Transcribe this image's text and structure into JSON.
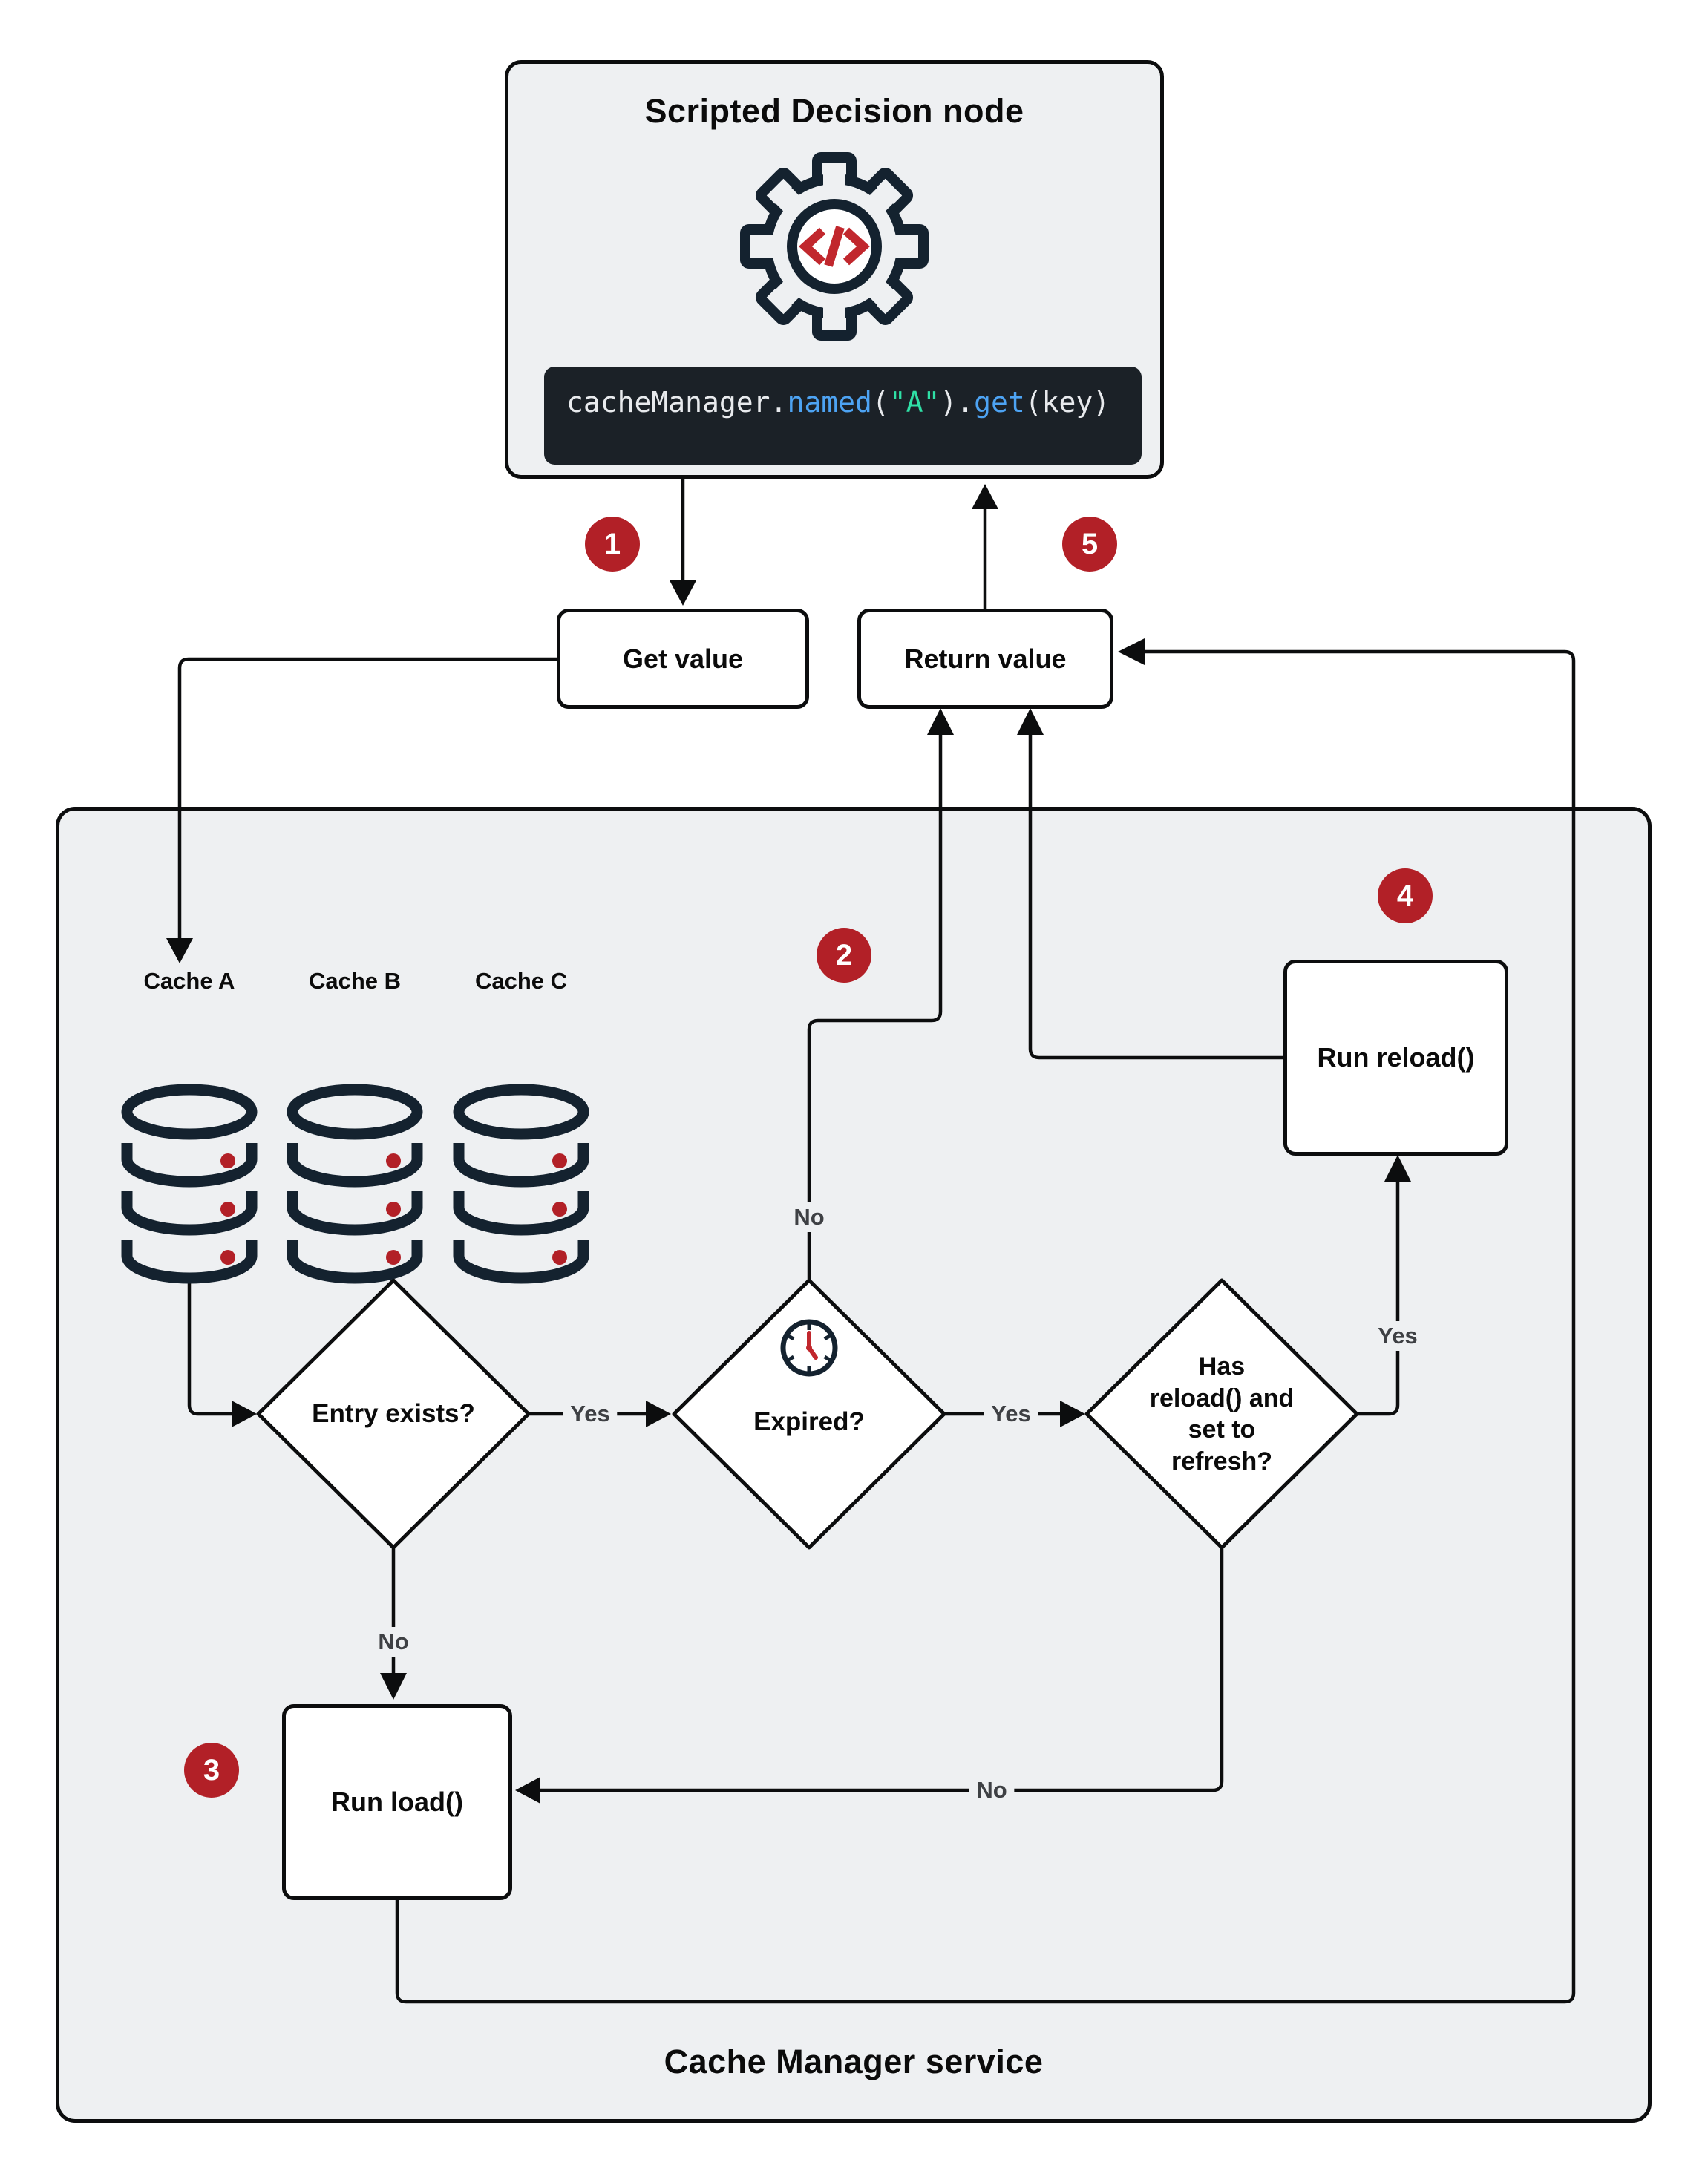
{
  "colors": {
    "page_bg": "#ffffff",
    "panel_bg": "#eef0f2",
    "line": "#0c0d0e",
    "navy": "#14222f",
    "red": "#b22027",
    "red_bright": "#c1272d",
    "code_bg": "#1b2127",
    "code_plain": "#e8eaed",
    "code_blue": "#4da3f3",
    "code_teal": "#2fe0a6",
    "label_gray": "#3e4044"
  },
  "scripted_node": {
    "title": "Scripted Decision node",
    "icon": "gear-code-icon",
    "code_tokens": [
      {
        "text": "cacheManager",
        "color": "plain"
      },
      {
        "text": ".",
        "color": "plain"
      },
      {
        "text": "named",
        "color": "blue"
      },
      {
        "text": "(",
        "color": "plain"
      },
      {
        "text": "\"A\"",
        "color": "teal"
      },
      {
        "text": ")",
        "color": "plain"
      },
      {
        "text": ".",
        "color": "plain"
      },
      {
        "text": "get",
        "color": "blue"
      },
      {
        "text": "(key)",
        "color": "plain"
      }
    ]
  },
  "nodes": {
    "get_value": "Get value",
    "return_value": "Return value",
    "run_reload": "Run reload()",
    "run_load": "Run load()"
  },
  "decisions": {
    "entry_exists": "Entry exists?",
    "expired": "Expired?",
    "has_reload": "Has\nreload() and\nset to\nrefresh?"
  },
  "caches": [
    {
      "label": "Cache A"
    },
    {
      "label": "Cache B"
    },
    {
      "label": "Cache C"
    }
  ],
  "edges": {
    "entry_yes": "Yes",
    "expired_yes": "Yes",
    "has_reload_yes": "Yes",
    "entry_no": "No",
    "expired_no": "No",
    "has_reload_no": "No"
  },
  "badges": [
    "1",
    "2",
    "3",
    "4",
    "5"
  ],
  "container": {
    "label": "Cache Manager service"
  }
}
